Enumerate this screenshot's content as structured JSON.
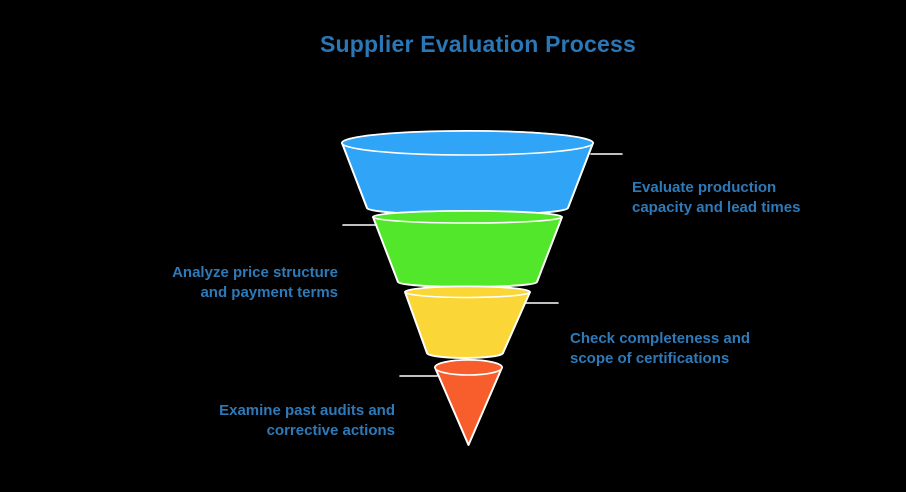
{
  "title": "Supplier Evaluation Process",
  "colors": {
    "background": "#000000",
    "title_text": "#2B76B4",
    "label_text": "#2E7AB9",
    "connector_line": "#FFFFFF",
    "segment_outline": "#FFFFFF"
  },
  "chart_data": {
    "type": "funnel",
    "title": "Supplier Evaluation Process",
    "orientation": "top-wide-to-bottom-point",
    "stages": [
      {
        "order": 1,
        "label": "Evaluate production\ncapacity and lead times",
        "color": "#30A4F6",
        "label_side": "right"
      },
      {
        "order": 2,
        "label": "Analyze price structure\nand payment terms",
        "color": "#53E72B",
        "label_side": "left"
      },
      {
        "order": 3,
        "label": "Check completeness and\nscope of certifications",
        "color": "#FAD636",
        "label_side": "right"
      },
      {
        "order": 4,
        "label": "Examine past audits and\ncorrective actions",
        "color": "#F75E2C",
        "label_side": "left"
      }
    ]
  }
}
